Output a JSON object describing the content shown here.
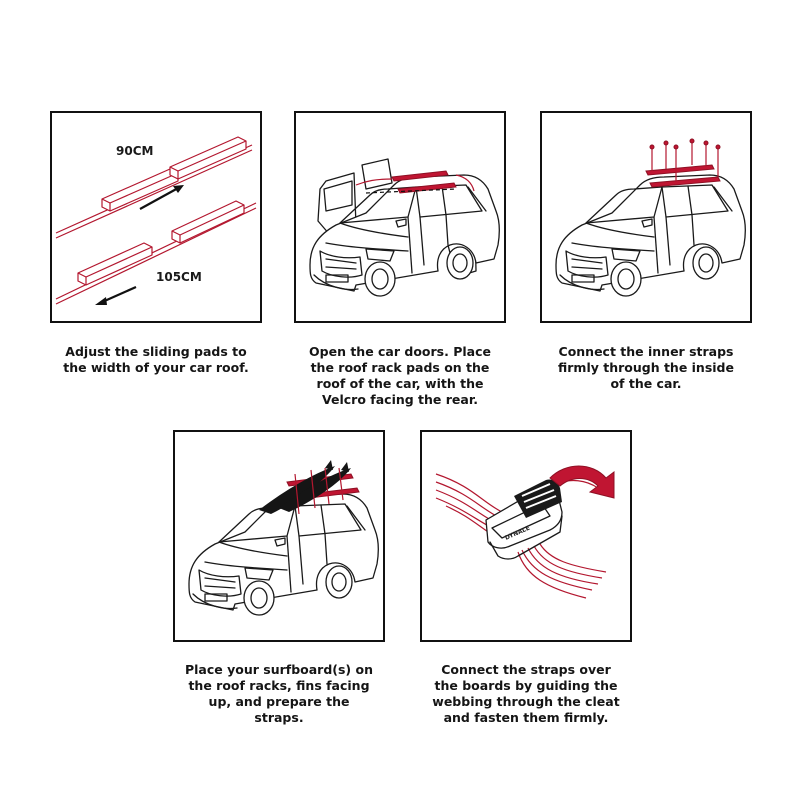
{
  "colors": {
    "accent": "#c01532",
    "ink": "#111111",
    "background": "#ffffff"
  },
  "steps": [
    {
      "panel": "adjust-pads",
      "labels": {
        "short": "90CM",
        "long": "105CM"
      },
      "caption": "Adjust the sliding pads to\nthe width of your car roof."
    },
    {
      "panel": "place-pads",
      "caption": "Open the car doors. Place\nthe roof rack pads on the\nroof of the car, with the\nVelcro facing the rear."
    },
    {
      "panel": "inner-straps",
      "caption": "Connect the inner straps\nfirmly through the inside\nof the car."
    },
    {
      "panel": "place-surfboards",
      "caption": "Place your surfboard(s) on\nthe roof racks, fins facing\nup, and prepare the\nstraps."
    },
    {
      "panel": "fasten-cleat",
      "cleat_text": "DYNALE",
      "caption": "Connect the straps over\nthe boards by guiding the\nwebbing through the cleat\nand fasten them firmly."
    }
  ]
}
